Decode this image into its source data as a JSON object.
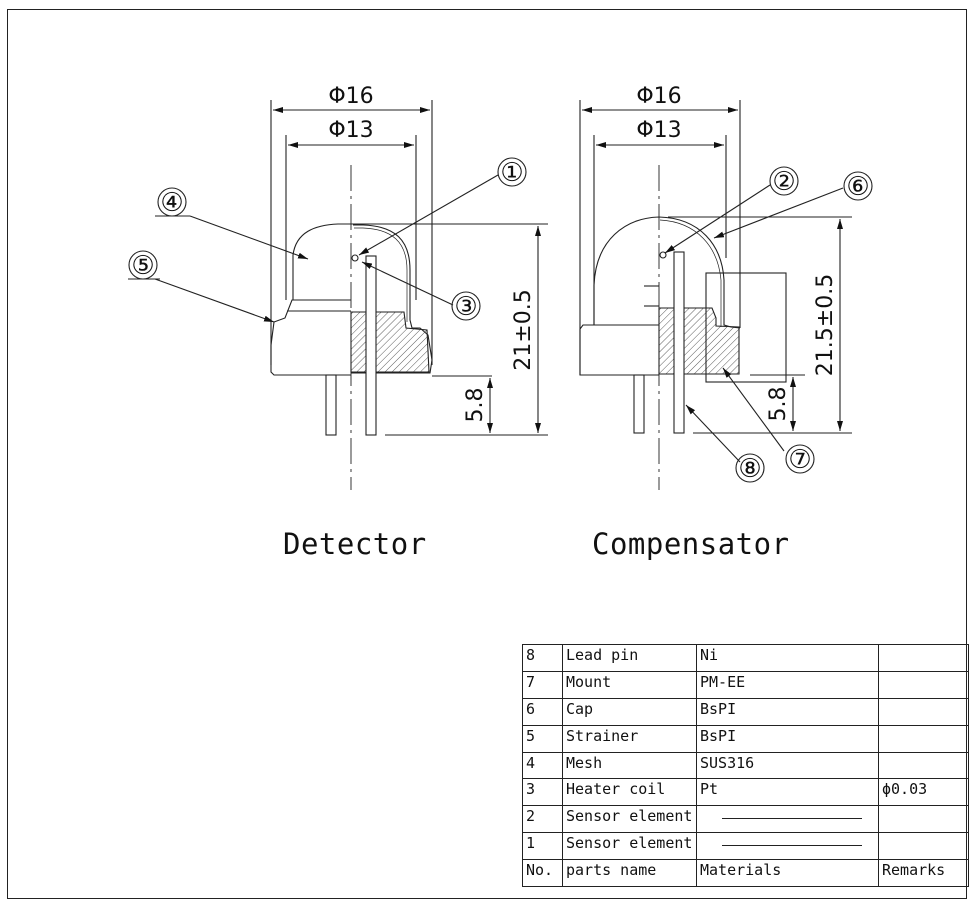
{
  "drawing": {
    "detector": {
      "caption": "Detector",
      "dim_outer": "Φ16",
      "dim_inner": "Φ13",
      "dim_height": "21±0.5",
      "dim_pin": "5.8",
      "callouts": [
        "①",
        "③",
        "④",
        "⑤"
      ]
    },
    "compensator": {
      "caption": "Compensator",
      "dim_outer": "Φ16",
      "dim_inner": "Φ13",
      "dim_height": "21.5±0.5",
      "dim_pin": "5.8",
      "callouts": [
        "②",
        "⑥",
        "⑦",
        "⑧"
      ]
    }
  },
  "parts_table": {
    "headers": {
      "no": "No.",
      "name": "parts name",
      "material": "Materials",
      "remarks": "Remarks"
    },
    "rows": [
      {
        "no": "8",
        "name": "Lead pin",
        "material": "Ni",
        "remarks": ""
      },
      {
        "no": "7",
        "name": "Mount",
        "material": "PM-EE",
        "remarks": ""
      },
      {
        "no": "6",
        "name": "Cap",
        "material": "BsPI",
        "remarks": ""
      },
      {
        "no": "5",
        "name": "Strainer",
        "material": "BsPI",
        "remarks": ""
      },
      {
        "no": "4",
        "name": "Mesh",
        "material": "SUS316",
        "remarks": ""
      },
      {
        "no": "3",
        "name": "Heater coil",
        "material": "Pt",
        "remarks": "ϕ0.03"
      },
      {
        "no": "2",
        "name": "Sensor element",
        "material": "",
        "remarks": ""
      },
      {
        "no": "1",
        "name": "Sensor element",
        "material": "",
        "remarks": ""
      }
    ]
  }
}
